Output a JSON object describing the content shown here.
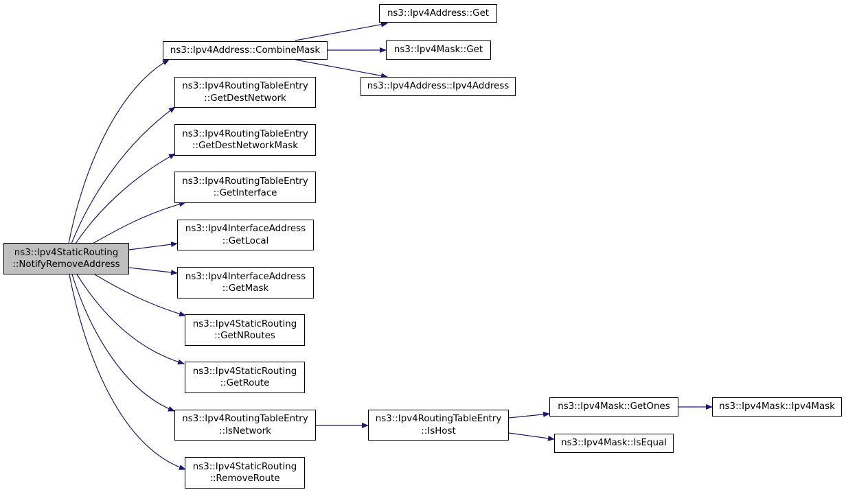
{
  "colors": {
    "edge": "#191970",
    "node_border": "#000000",
    "node_fill": "#ffffff",
    "root_fill": "#bfbfbf"
  },
  "nodes": {
    "root": {
      "line1": "ns3::Ipv4StaticRouting",
      "line2": "::NotifyRemoveAddress"
    },
    "combine_mask": {
      "line1": "ns3::Ipv4Address::CombineMask"
    },
    "ipv4address_get": {
      "line1": "ns3::Ipv4Address::Get"
    },
    "ipv4mask_get": {
      "line1": "ns3::Ipv4Mask::Get"
    },
    "ipv4address_ctor": {
      "line1": "ns3::Ipv4Address::Ipv4Address"
    },
    "get_dest_network": {
      "line1": "ns3::Ipv4RoutingTableEntry",
      "line2": "::GetDestNetwork"
    },
    "get_dest_network_mask": {
      "line1": "ns3::Ipv4RoutingTableEntry",
      "line2": "::GetDestNetworkMask"
    },
    "get_interface": {
      "line1": "ns3::Ipv4RoutingTableEntry",
      "line2": "::GetInterface"
    },
    "get_local": {
      "line1": "ns3::Ipv4InterfaceAddress",
      "line2": "::GetLocal"
    },
    "get_mask": {
      "line1": "ns3::Ipv4InterfaceAddress",
      "line2": "::GetMask"
    },
    "get_n_routes": {
      "line1": "ns3::Ipv4StaticRouting",
      "line2": "::GetNRoutes"
    },
    "get_route": {
      "line1": "ns3::Ipv4StaticRouting",
      "line2": "::GetRoute"
    },
    "is_network": {
      "line1": "ns3::Ipv4RoutingTableEntry",
      "line2": "::IsNetwork"
    },
    "remove_route": {
      "line1": "ns3::Ipv4StaticRouting",
      "line2": "::RemoveRoute"
    },
    "is_host": {
      "line1": "ns3::Ipv4RoutingTableEntry",
      "line2": "::IsHost"
    },
    "get_ones": {
      "line1": "ns3::Ipv4Mask::GetOnes"
    },
    "is_equal": {
      "line1": "ns3::Ipv4Mask::IsEqual"
    },
    "ipv4mask_ctor": {
      "line1": "ns3::Ipv4Mask::Ipv4Mask"
    }
  },
  "edges": [
    [
      "root",
      "combine_mask"
    ],
    [
      "root",
      "get_dest_network"
    ],
    [
      "root",
      "get_dest_network_mask"
    ],
    [
      "root",
      "get_interface"
    ],
    [
      "root",
      "get_local"
    ],
    [
      "root",
      "get_mask"
    ],
    [
      "root",
      "get_n_routes"
    ],
    [
      "root",
      "get_route"
    ],
    [
      "root",
      "is_network"
    ],
    [
      "root",
      "remove_route"
    ],
    [
      "combine_mask",
      "ipv4address_get"
    ],
    [
      "combine_mask",
      "ipv4mask_get"
    ],
    [
      "combine_mask",
      "ipv4address_ctor"
    ],
    [
      "is_network",
      "is_host"
    ],
    [
      "is_host",
      "get_ones"
    ],
    [
      "is_host",
      "is_equal"
    ],
    [
      "get_ones",
      "ipv4mask_ctor"
    ]
  ]
}
